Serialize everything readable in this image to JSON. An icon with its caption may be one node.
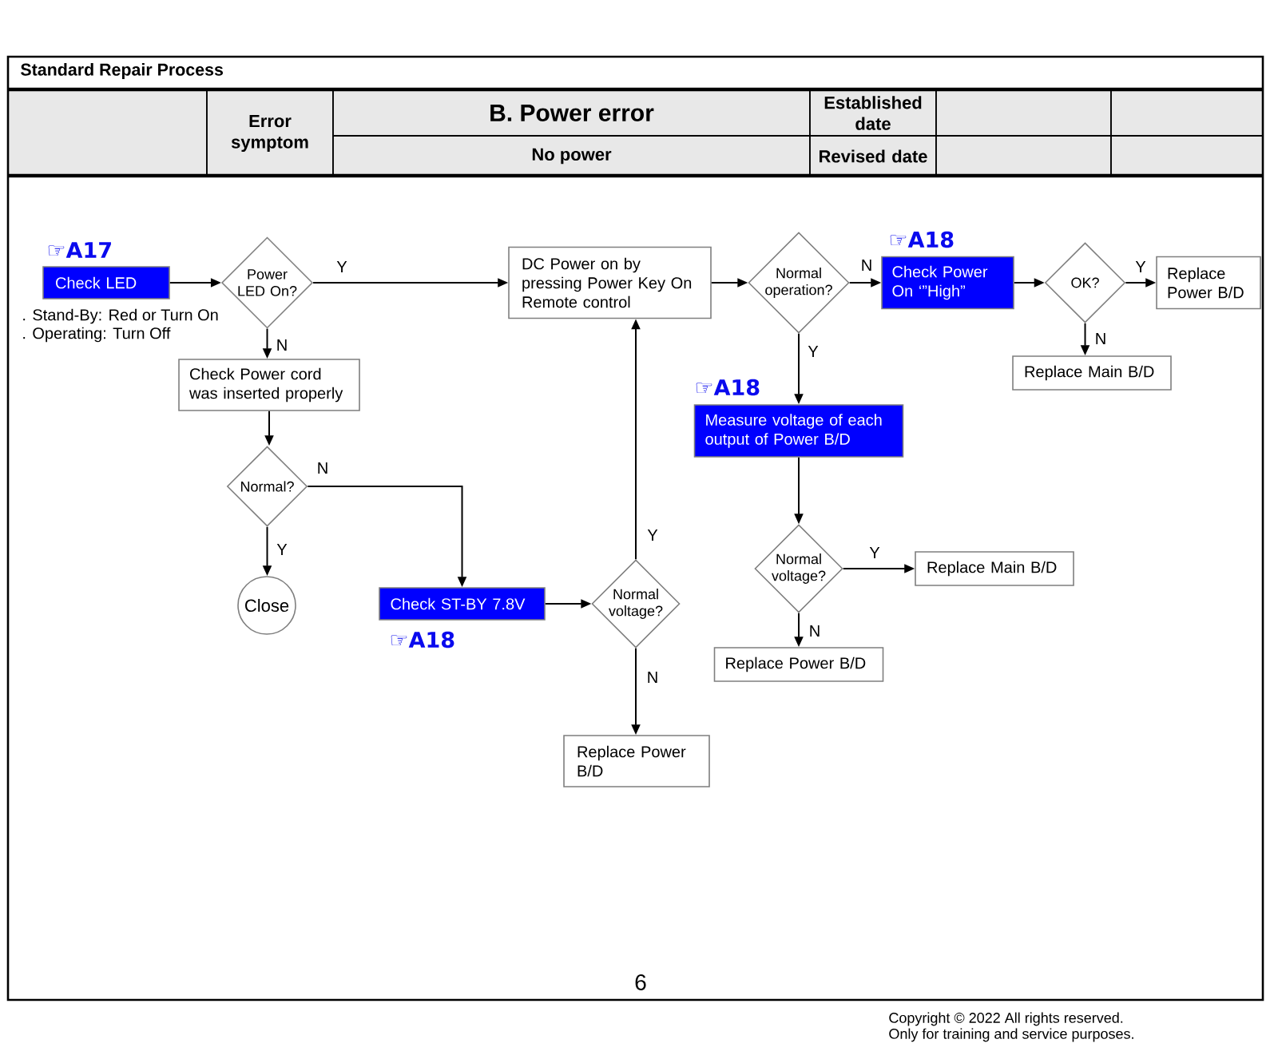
{
  "diagram": {
    "title": "Standard Repair Process",
    "nodes": [
      {
        "text": [
          "Check LED"
        ],
        "beside": [
          "☞A17",
          ". Stand-By: Red or Turn On",
          ". Operating: Turn Off"
        ]
      },
      {
        "text": [
          "Power LED On?"
        ]
      },
      {
        "text": [
          "DC Power on by pressing Power Key On Remote control"
        ]
      },
      {
        "text": [
          "Normal operation?"
        ]
      },
      {
        "text": [
          "Check Power On ‘”High”"
        ],
        "beside": [
          "☞A18"
        ]
      },
      {
        "text": [
          "OK?"
        ]
      },
      {
        "text": [
          "Replace Power B/D"
        ]
      },
      {
        "text": [
          "Check Power cord was inserted properly"
        ]
      },
      {
        "text": [
          "Replace Main B/D"
        ]
      },
      {
        "text": [
          "Measure voltage of each output of Power B/D"
        ],
        "beside": [
          "☞A18"
        ]
      },
      {
        "text": [
          "Normal?"
        ]
      },
      {
        "text": [
          "Normal voltage?"
        ]
      },
      {
        "text": [
          "Replace Main B/D"
        ]
      },
      {
        "text": [
          "Close"
        ]
      },
      {
        "text": [
          "Check ST-BY 7.8V"
        ],
        "beside": [
          "☞A18"
        ]
      },
      {
        "text": [
          "Normal voltage?"
        ]
      },
      {
        "text": [
          "Replace Power B/D"
        ]
      },
      {
        "text": [
          "Replace Power B/D"
        ]
      }
    ],
    "edges": [
      {
        "from": 0,
        "to": 1,
        "arrow": "to"
      },
      {
        "from": 1,
        "to": 2,
        "arrow": "to",
        "label": "Y"
      },
      {
        "from": 1,
        "to": 7,
        "arrow": "to",
        "label": "N"
      },
      {
        "from": 2,
        "to": 3,
        "arrow": "to"
      },
      {
        "from": 3,
        "to": 4,
        "arrow": "to",
        "label": "N"
      },
      {
        "from": 3,
        "to": 9,
        "arrow": "to",
        "label": "Y"
      },
      {
        "from": 4,
        "to": 5,
        "arrow": "to"
      },
      {
        "from": 5,
        "to": 6,
        "arrow": "to",
        "label": "Y"
      },
      {
        "from": 5,
        "to": 8,
        "arrow": "to",
        "label": "N"
      },
      {
        "from": 7,
        "to": 10,
        "arrow": "to"
      },
      {
        "from": 10,
        "to": 13,
        "arrow": "to",
        "label": "Y"
      },
      {
        "from": 10,
        "to": 14,
        "arrow": "to",
        "label": "N"
      },
      {
        "from": 14,
        "to": 15,
        "arrow": "to"
      },
      {
        "from": 15,
        "to": 2,
        "arrow": "to",
        "label": "Y"
      },
      {
        "from": 15,
        "to": 17,
        "arrow": "to",
        "label": "N"
      },
      {
        "from": 9,
        "to": 11,
        "arrow": "to"
      },
      {
        "from": 11,
        "to": 12,
        "arrow": "to",
        "label": "Y"
      },
      {
        "from": 11,
        "to": 16,
        "arrow": "to",
        "label": "N"
      }
    ],
    "labels": [
      "Error symptom",
      "B. Power error",
      "Established date",
      "No power",
      "Revised date",
      "6",
      "Copyright © 2022 All rights reserved.",
      "Only for training and service purposes."
    ]
  }
}
